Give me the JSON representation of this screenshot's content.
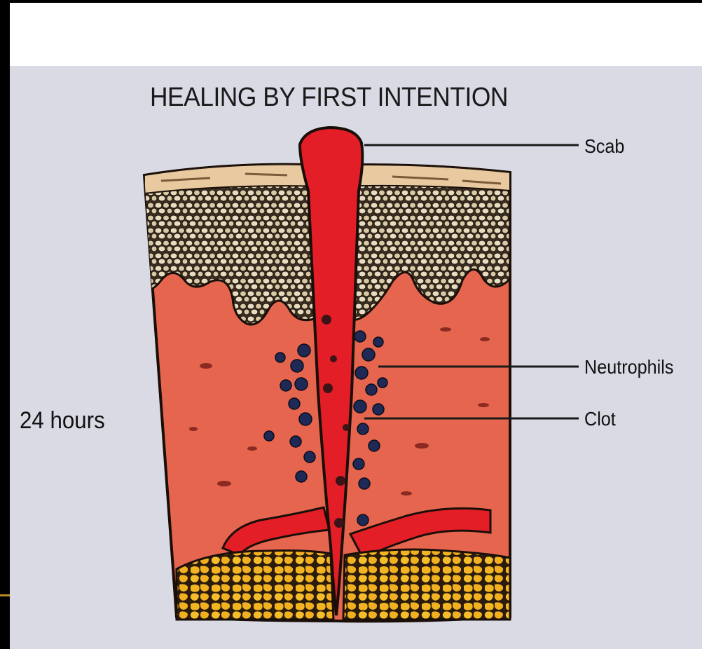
{
  "diagram": {
    "title": "HEALING BY FIRST INTENTION",
    "time_label": "24 hours",
    "labels": {
      "scab": "Scab",
      "neutrophils": "Neutrophils",
      "clot": "Clot"
    },
    "colors": {
      "dermis": "#e6654f",
      "clot": "#e41e26",
      "epidermis": "#3b2e22",
      "keratin": "#e8c9a0",
      "fat": "#f0b020",
      "neutrophil": "#1e2a55",
      "background": "#d9dae4"
    }
  }
}
